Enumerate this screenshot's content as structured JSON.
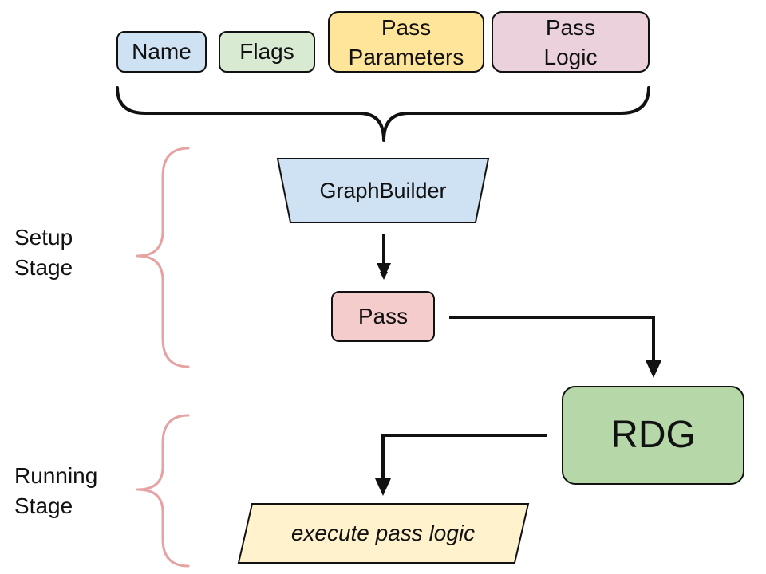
{
  "inputs": [
    {
      "key": "name",
      "label": "Name",
      "color": "#cfe2f3"
    },
    {
      "key": "flags",
      "label": "Flags",
      "color": "#d9ead3"
    },
    {
      "key": "pass_parameters",
      "label": "Pass\nParameters",
      "color": "#ffe599"
    },
    {
      "key": "pass_logic",
      "label": "Pass\nLogic",
      "color": "#ead1dc"
    }
  ],
  "nodes": {
    "graph_builder": {
      "label": "GraphBuilder",
      "color": "#cfe2f3"
    },
    "pass": {
      "label": "Pass",
      "color": "#f4cccc"
    },
    "rdg": {
      "label": "RDG",
      "color": "#b6d7a8"
    },
    "execute": {
      "label": "execute pass logic",
      "color": "#fff2cc"
    }
  },
  "stages": {
    "setup": {
      "label": "Setup\nStage"
    },
    "running": {
      "label": "Running\nStage"
    }
  },
  "colors": {
    "stroke": "#111111",
    "stage_brace": "#e6a3a3"
  }
}
